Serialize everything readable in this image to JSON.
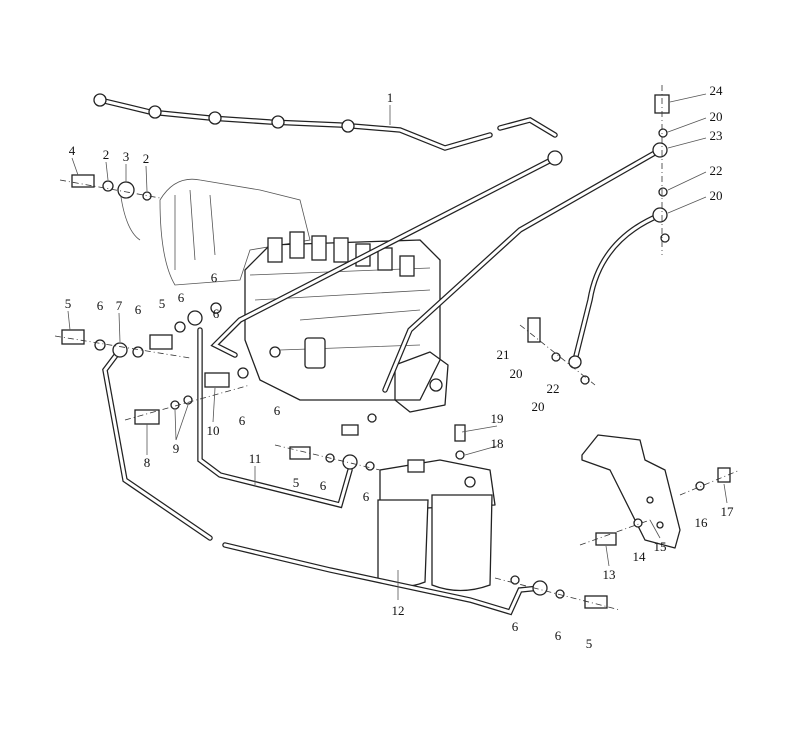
{
  "diagram": {
    "title": "Fuel injection pump piping exploded view",
    "callouts": {
      "c1": "1",
      "c2a": "2",
      "c2b": "2",
      "c3": "3",
      "c4": "4",
      "c5a": "5",
      "c5b": "5",
      "c5c": "5",
      "c5d": "5",
      "c6a": "6",
      "c6b": "6",
      "c6c": "6",
      "c6d": "6",
      "c6e": "6",
      "c6f": "6",
      "c6g": "6",
      "c6h": "6",
      "c6i": "6",
      "c6j": "6",
      "c6k": "6",
      "c7": "7",
      "c8": "8",
      "c9": "9",
      "c10": "10",
      "c11": "11",
      "c12": "12",
      "c13": "13",
      "c14": "14",
      "c15": "15",
      "c16": "16",
      "c17": "17",
      "c18": "18",
      "c19": "19",
      "c20a": "20",
      "c20b": "20",
      "c20c": "20",
      "c20d": "20",
      "c21": "21",
      "c22a": "22",
      "c22b": "22",
      "c23": "23",
      "c24": "24"
    }
  }
}
